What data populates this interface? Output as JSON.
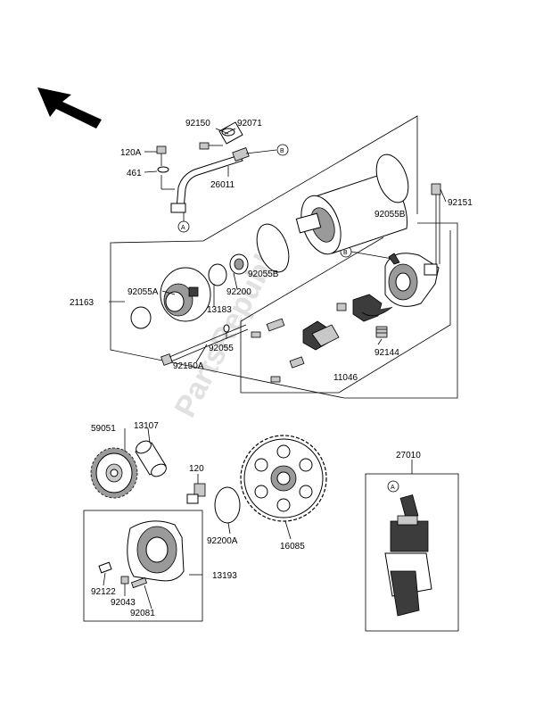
{
  "watermark": "PartsRepublik",
  "callouts": {
    "A": "A",
    "B": "B"
  },
  "labels": {
    "p92150": "92150",
    "p92071": "92071",
    "p120A": "120A",
    "p461": "461",
    "p26011": "26011",
    "p92151": "92151",
    "p92055B_top": "92055B",
    "p92055B_mid": "92055B",
    "p21163": "21163",
    "p92055A": "92055A",
    "p92200": "92200",
    "p13183": "13183",
    "p92055": "92055",
    "p92150A": "92150A",
    "p11046": "11046",
    "p92144": "92144",
    "p59051": "59051",
    "p13107": "13107",
    "p120": "120",
    "p92200A": "92200A",
    "p16085": "16085",
    "p27010": "27010",
    "p13193": "13193",
    "p92122": "92122",
    "p92043": "92043",
    "p92081": "92081"
  },
  "icons": {
    "direction_arrow": "arrow-up-left-icon"
  }
}
